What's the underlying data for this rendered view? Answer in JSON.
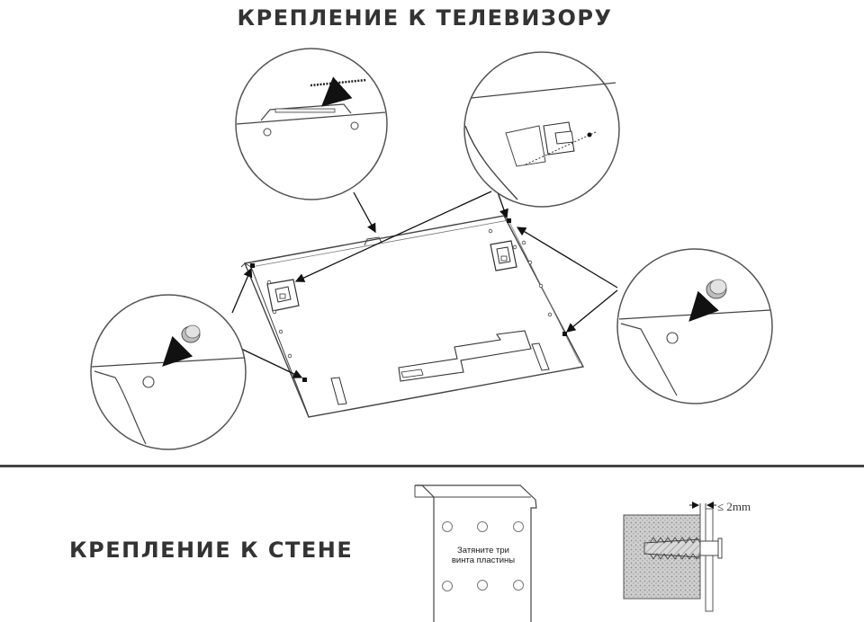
{
  "tv_mounting": {
    "title": "КРЕПЛЕНИЕ К ТЕЛЕВИЗОРУ"
  },
  "wall_mounting": {
    "title": "КРЕПЛЕНИЕ К СТЕНЕ",
    "plate_instruction_line1": "Затяните три",
    "plate_instruction_line2": "винта пластины",
    "gap_label": "≤ 2mm"
  }
}
